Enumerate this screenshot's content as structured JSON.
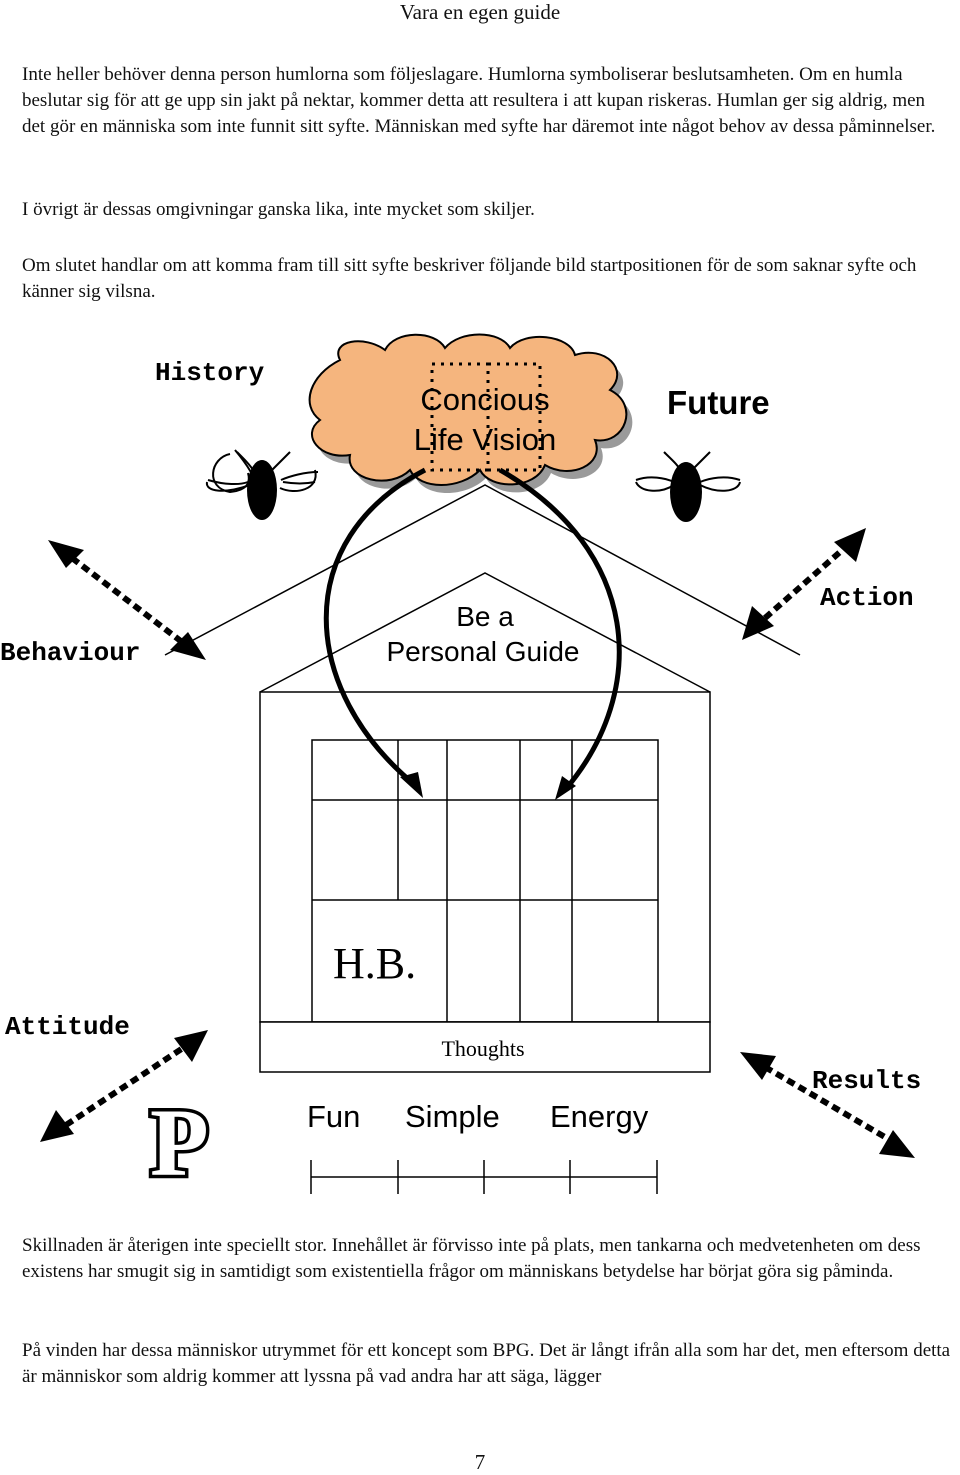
{
  "header": {
    "title": "Vara en egen guide"
  },
  "paragraphs": {
    "p1": "Inte heller behöver denna person humlorna som följeslagare. Humlorna symboliserar beslutsamheten. Om en humla beslutar sig för att ge upp sin jakt på nektar, kommer detta att resultera i att kupan riskeras. Humlan ger sig aldrig, men det gör en människa som inte funnit sitt syfte. Människan med syfte har däremot inte något behov av dessa påminnelser.",
    "p2": "I övrigt är dessas omgivningar ganska lika, inte mycket som skiljer.",
    "p3": "Om slutet handlar om att komma fram till sitt syfte beskriver följande bild startpositionen för de som saknar syfte och känner sig vilsna.",
    "p4": "Skillnaden är återigen inte speciellt stor. Innehållet är förvisso inte på plats, men tankarna och medvetenheten om dess existens har smugit sig in samtidigt som existentiella frågor om människans betydelse har börjat göra sig påminda.",
    "p5": "På vinden har dessa människor utrymmet för ett koncept som BPG. Det är långt ifrån alla som har det, men eftersom detta är människor som aldrig kommer att lyssna på vad andra har att säga, lägger"
  },
  "diagram": {
    "history": "History",
    "cloud_line1": "Concious",
    "cloud_line2": "Life Vision",
    "future": "Future",
    "behaviour": "Behaviour",
    "action": "Action",
    "roof_line1": "Be a",
    "roof_line2": "Personal Guide",
    "hb": "H.B.",
    "attitude": "Attitude",
    "thoughts": "Thoughts",
    "results": "Results",
    "p_logo": "P",
    "fun": "Fun",
    "simple": "Simple",
    "energy": "Energy",
    "colors": {
      "cloud_fill": "#f5b57e",
      "cloud_shadow": "#9a9a9a",
      "ink": "#000000"
    }
  },
  "page_number": "7"
}
